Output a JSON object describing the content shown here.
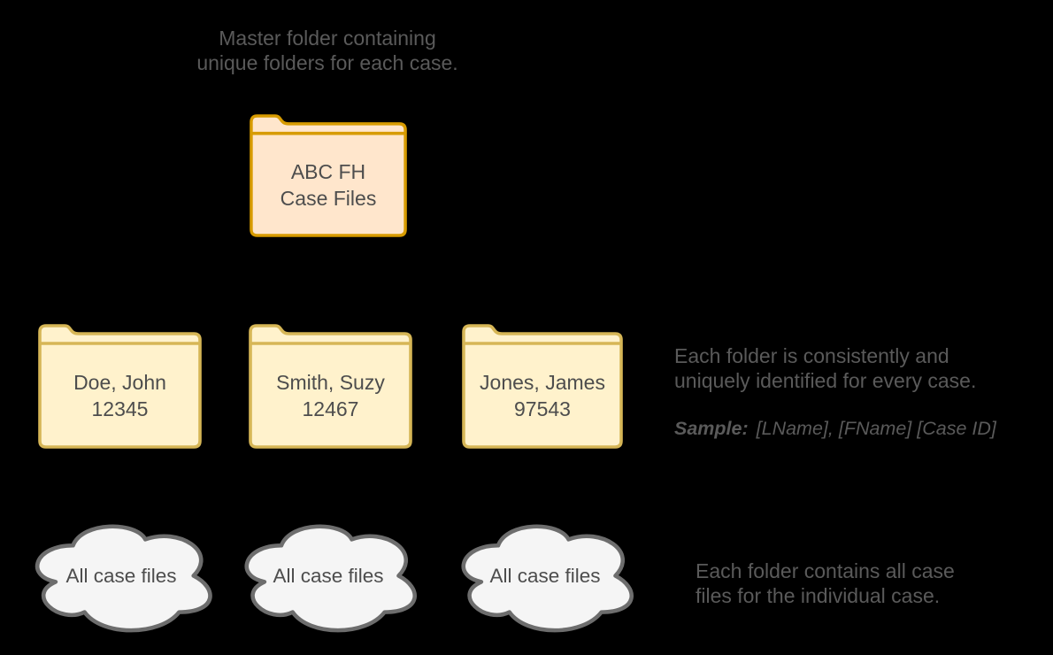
{
  "colors": {
    "background": "#000000",
    "annotation_text": "#5a5a5a",
    "shape_label_text": "#4d4d4d",
    "master_folder_fill": "#ffe6cc",
    "master_folder_stroke": "#d79b00",
    "case_folder_fill": "#fff2cc",
    "case_folder_stroke": "#d6b656",
    "cloud_fill": "#f5f5f5",
    "cloud_stroke": "#6d6d6d"
  },
  "annotations": {
    "master_note": {
      "lines": [
        "Master folder containing",
        "unique folders for each case."
      ]
    },
    "naming_note": {
      "lines": [
        "Each folder is consistently and",
        "uniquely identified for every case."
      ],
      "sample_prefix": "Sample:",
      "sample_value": "[LName], [FName] [Case ID]"
    },
    "contents_note": {
      "lines": [
        "Each folder contains all case",
        "files for the individual case."
      ]
    }
  },
  "master_folder": {
    "label_lines": [
      "ABC FH",
      "Case Files"
    ]
  },
  "case_folders": {
    "items": [
      {
        "name_line": "Doe, John",
        "id_line": "12345"
      },
      {
        "name_line": "Smith, Suzy",
        "id_line": "12467"
      },
      {
        "name_line": "Jones, James",
        "id_line": "97543"
      }
    ]
  },
  "clouds": {
    "items": [
      {
        "label": "All case files"
      },
      {
        "label": "All case files"
      },
      {
        "label": "All case files"
      }
    ]
  }
}
